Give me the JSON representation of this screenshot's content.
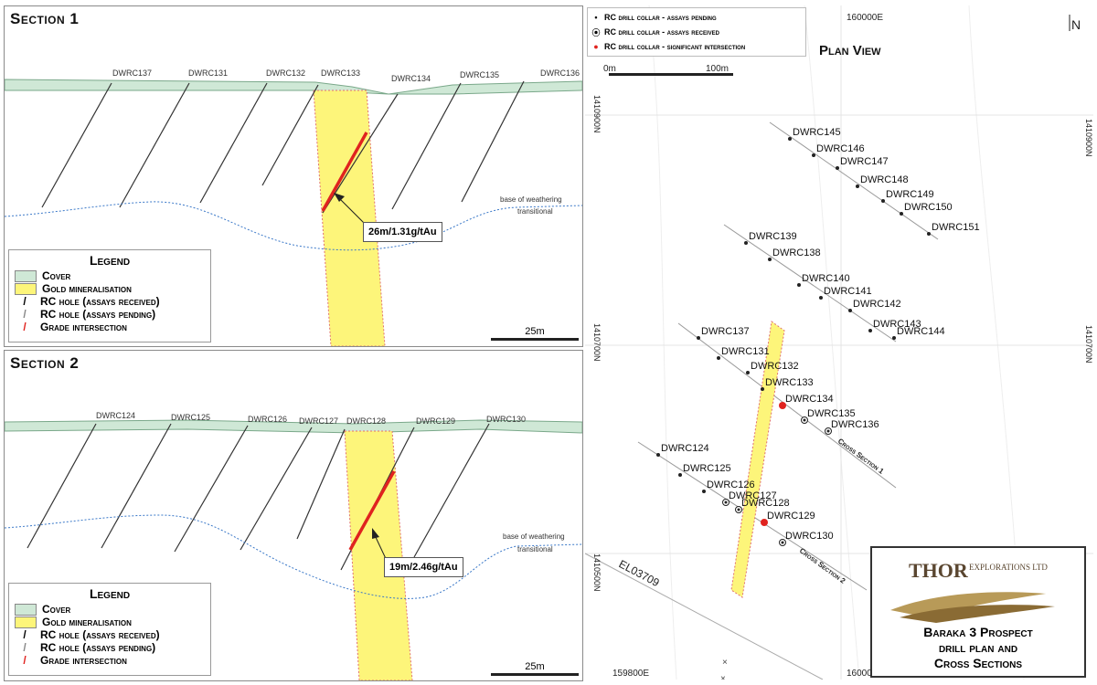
{
  "section1": {
    "title": "Section 1",
    "holes": [
      "DWRC137",
      "DWRC131",
      "DWRC132",
      "DWRC133",
      "DWRC134",
      "DWRC135",
      "DWRC136"
    ],
    "intersection_label": "26m/1.31g/tAu",
    "weathering_label_1": "base of weathering",
    "weathering_label_2": "transitional",
    "scale_label": "25m"
  },
  "section2": {
    "title": "Section 2",
    "holes": [
      "DWRC124",
      "DWRC125",
      "DWRC126",
      "DWRC127",
      "DWRC128",
      "DWRC129",
      "DWRC130"
    ],
    "intersection_label": "19m/2.46g/tAu",
    "weathering_label_1": "base of weathering",
    "weathering_label_2": "transitional",
    "scale_label": "25m"
  },
  "legend": {
    "title": "Legend",
    "cover": "Cover",
    "gold": "Gold mineralisation",
    "rc_received": "RC hole (assays received)",
    "rc_pending": "RC hole (assays pending)",
    "grade": "Grade intersection"
  },
  "plan": {
    "legend_pending": "RC drill collar - assays pending",
    "legend_received": "RC drill collar - assays received",
    "legend_significant": "RC drill collar - significant intersection",
    "coord_top": "160000E",
    "coord_bottom_left": "159800E",
    "coord_bottom_right": "16000",
    "north": "N",
    "title": "Plan View",
    "scale_0": "0m",
    "scale_100": "100m",
    "n_1410900": "1410900N",
    "n_1410700": "1410700N",
    "n_1410500": "1410500N",
    "el_label": "EL03709",
    "cross_section_1": "Cross Section 1",
    "cross_section_2": "Cross Section 2",
    "collars": [
      {
        "id": "DWRC145",
        "status": "pending"
      },
      {
        "id": "DWRC146",
        "status": "pending"
      },
      {
        "id": "DWRC147",
        "status": "pending"
      },
      {
        "id": "DWRC148",
        "status": "pending"
      },
      {
        "id": "DWRC149",
        "status": "pending"
      },
      {
        "id": "DWRC150",
        "status": "pending"
      },
      {
        "id": "DWRC151",
        "status": "pending"
      },
      {
        "id": "DWRC139",
        "status": "pending"
      },
      {
        "id": "DWRC138",
        "status": "pending"
      },
      {
        "id": "DWRC140",
        "status": "pending"
      },
      {
        "id": "DWRC141",
        "status": "pending"
      },
      {
        "id": "DWRC142",
        "status": "pending"
      },
      {
        "id": "DWRC143",
        "status": "pending"
      },
      {
        "id": "DWRC144",
        "status": "pending"
      },
      {
        "id": "DWRC137",
        "status": "pending"
      },
      {
        "id": "DWRC131",
        "status": "pending"
      },
      {
        "id": "DWRC132",
        "status": "pending"
      },
      {
        "id": "DWRC133",
        "status": "pending"
      },
      {
        "id": "DWRC134",
        "status": "significant"
      },
      {
        "id": "DWRC135",
        "status": "received"
      },
      {
        "id": "DWRC136",
        "status": "received"
      },
      {
        "id": "DWRC124",
        "status": "pending"
      },
      {
        "id": "DWRC125",
        "status": "pending"
      },
      {
        "id": "DWRC126",
        "status": "pending"
      },
      {
        "id": "DWRC127",
        "status": "received"
      },
      {
        "id": "DWRC128",
        "status": "received"
      },
      {
        "id": "DWRC129",
        "status": "significant"
      },
      {
        "id": "DWRC130",
        "status": "received"
      }
    ]
  },
  "logo": {
    "brand": "THOR",
    "brand_sub": "EXPLORATIONS LTD",
    "title_1": "Baraka 3 Prospect",
    "title_2": "drill plan and",
    "title_3": "Cross Sections"
  },
  "colors": {
    "cover": "#cfe8d6",
    "gold": "#fdf57a",
    "grade": "#e0231f",
    "weathering": "#3a78c8"
  }
}
